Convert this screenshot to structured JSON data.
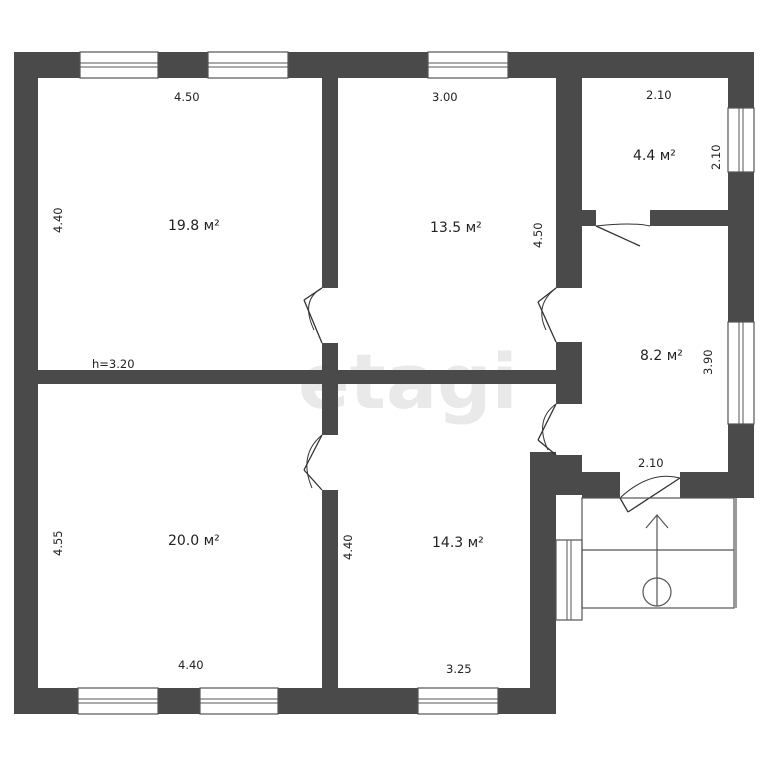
{
  "watermark": "etagi",
  "rooms": [
    {
      "area": "19.8 м²",
      "width": "4.50",
      "height": "4.40",
      "ceiling": "h=3.20"
    },
    {
      "area": "13.5 м²",
      "width": "3.00",
      "height": "4.50"
    },
    {
      "area": "4.4 м²",
      "width": "2.10",
      "height": "2.10"
    },
    {
      "area": "8.2 м²",
      "width": "2.10",
      "height": "3.90"
    },
    {
      "area": "20.0 м²",
      "width": "4.40",
      "height": "4.55"
    },
    {
      "area": "14.3 м²",
      "width": "3.25",
      "height": "4.40"
    }
  ],
  "colors": {
    "wall": "#4a4a4a",
    "background": "#ffffff",
    "text": "#222222",
    "watermark": "#e9e9e9"
  }
}
